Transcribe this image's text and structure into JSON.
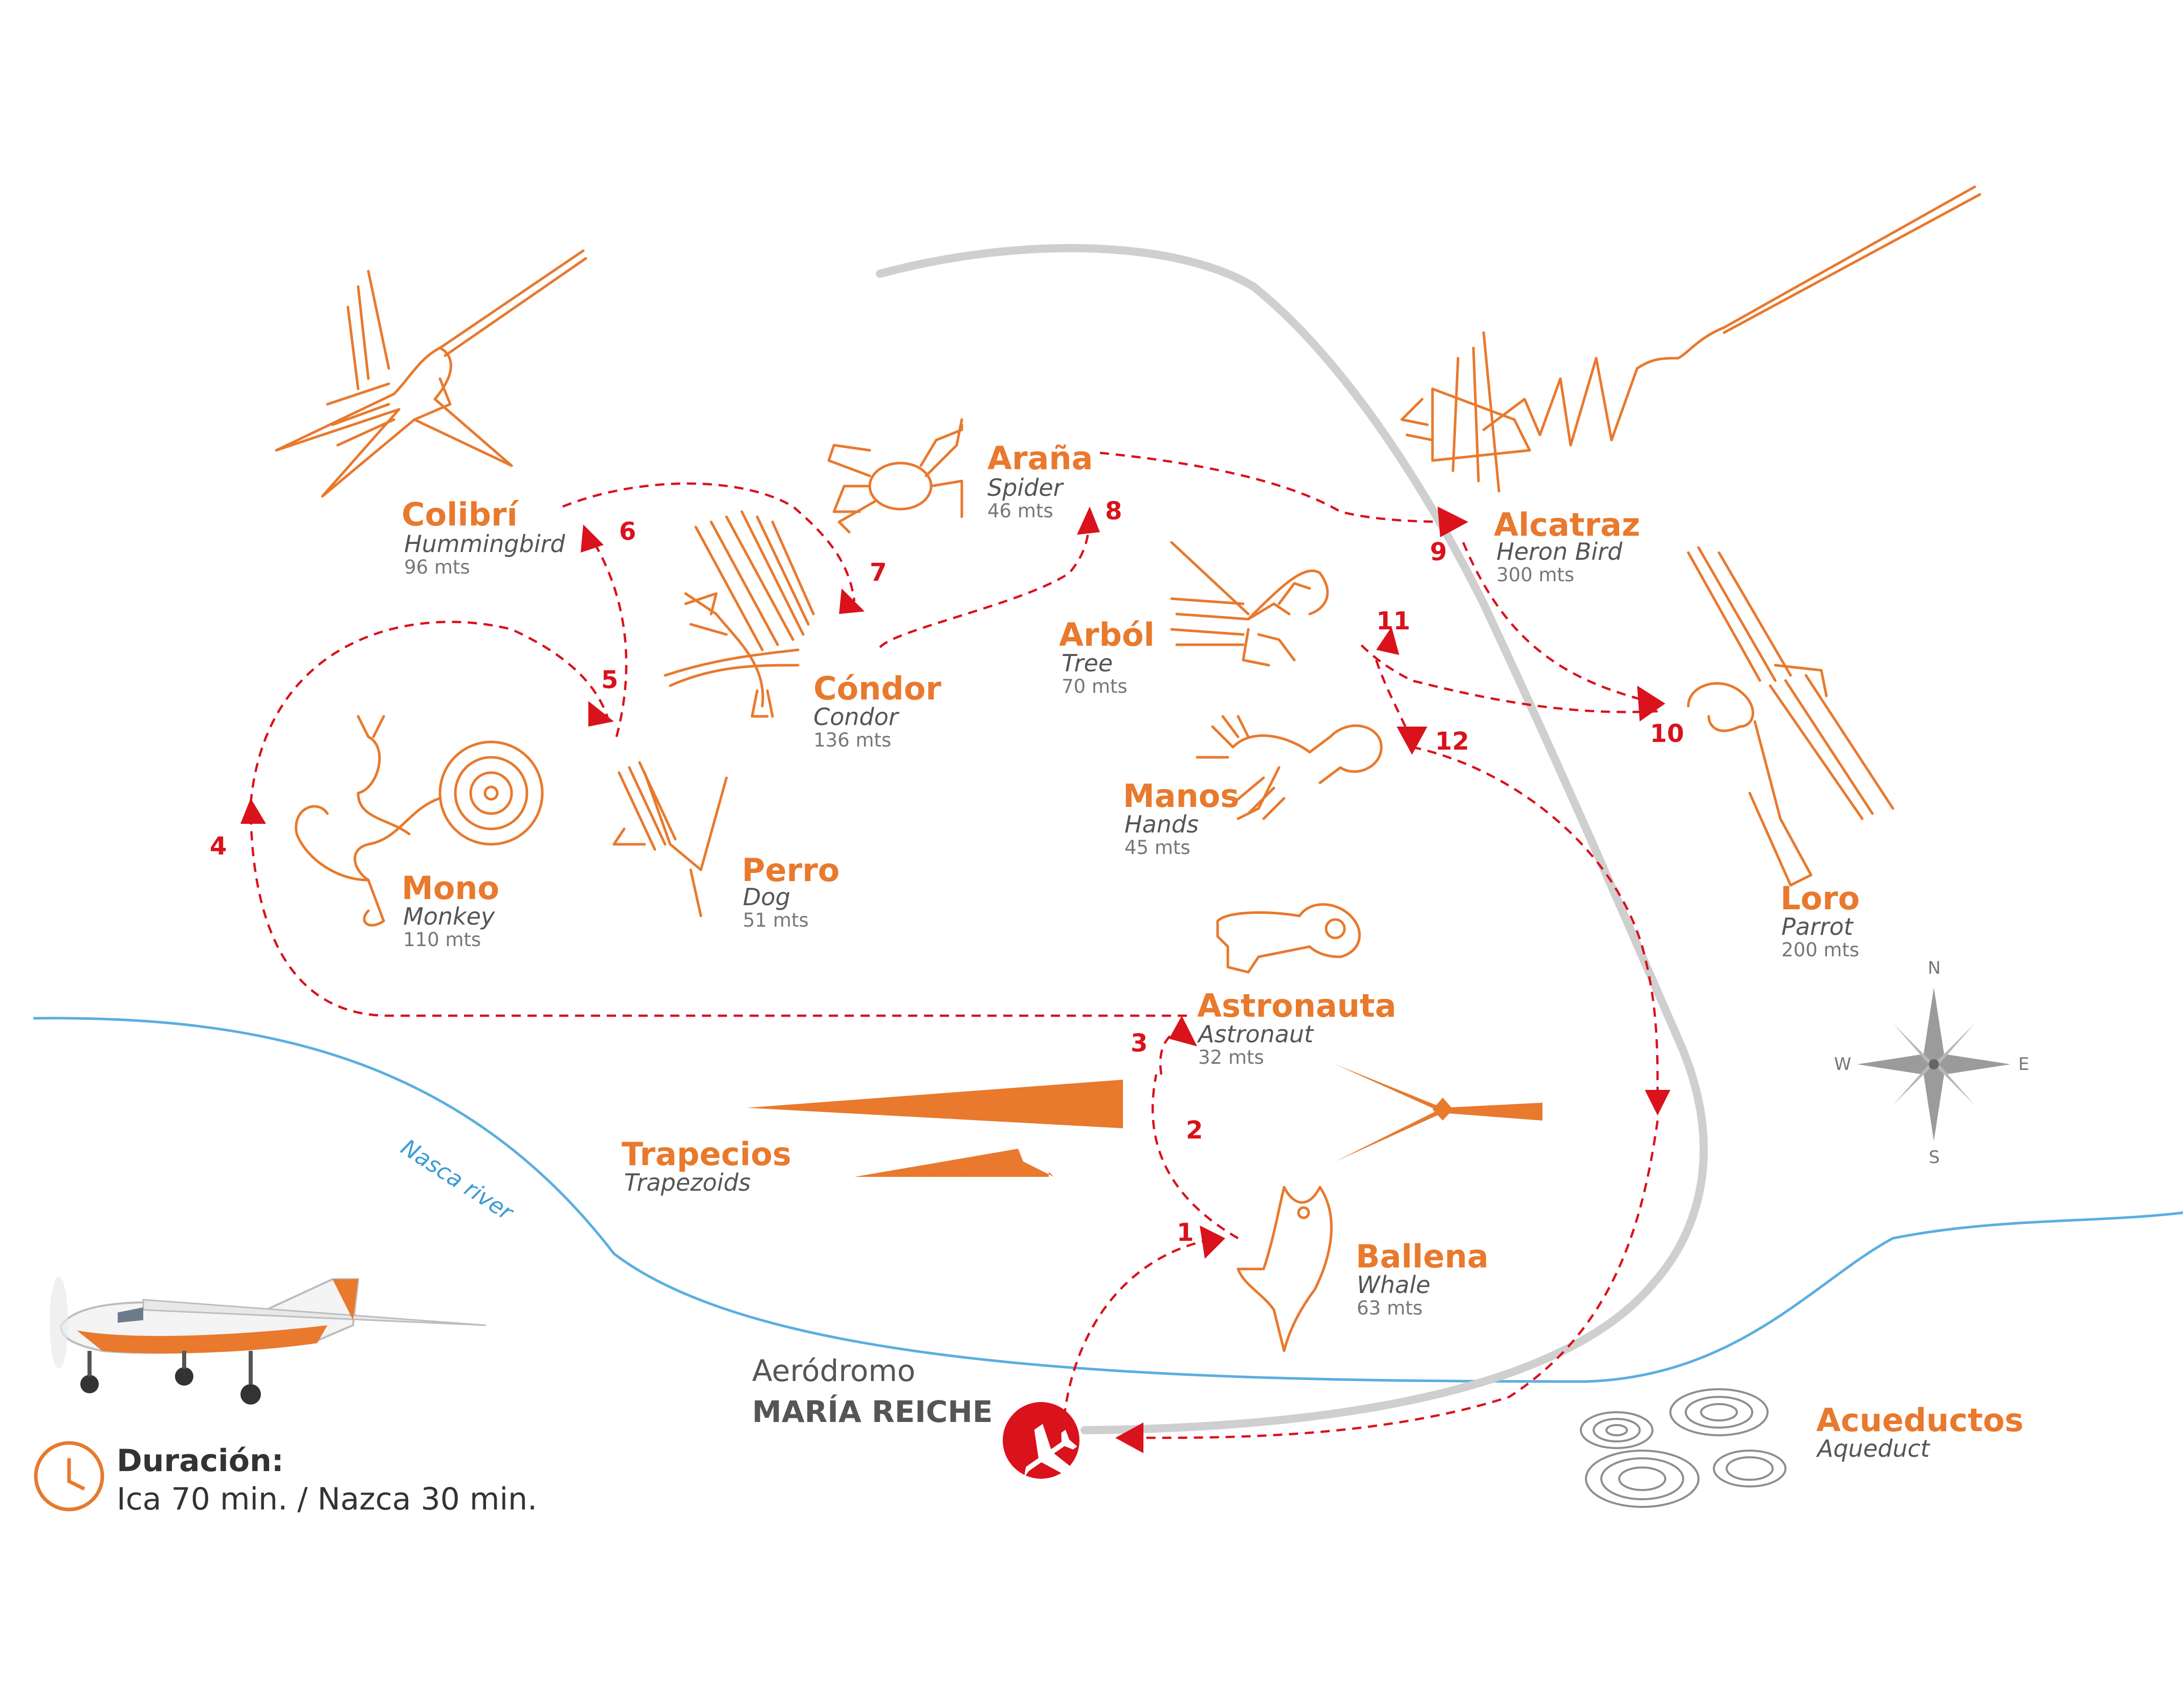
{
  "colors": {
    "figure": "#e8792d",
    "route": "#d9121b",
    "road": "#cfcfcf",
    "river": "#5aaedf",
    "text_dark": "#333333",
    "text_gray": "#555555"
  },
  "figures": [
    {
      "id": "colibri",
      "name": "Colibrí",
      "english": "Hummingbird",
      "size": "96 mts"
    },
    {
      "id": "arana",
      "name": "Araña",
      "english": "Spider",
      "size": "46 mts"
    },
    {
      "id": "alcatraz",
      "name": "Alcatraz",
      "english": "Heron Bird",
      "size": "300 mts"
    },
    {
      "id": "condor",
      "name": "Cóndor",
      "english": "Condor",
      "size": "136 mts"
    },
    {
      "id": "arbol",
      "name": "Arból",
      "english": "Tree",
      "size": "70 mts"
    },
    {
      "id": "mono",
      "name": "Mono",
      "english": "Monkey",
      "size": "110 mts"
    },
    {
      "id": "perro",
      "name": "Perro",
      "english": "Dog",
      "size": "51 mts"
    },
    {
      "id": "manos",
      "name": "Manos",
      "english": "Hands",
      "size": "45 mts"
    },
    {
      "id": "loro",
      "name": "Loro",
      "english": "Parrot",
      "size": "200 mts"
    },
    {
      "id": "astronauta",
      "name": "Astronauta",
      "english": "Astronaut",
      "size": "32 mts"
    },
    {
      "id": "trapecios",
      "name": "Trapecios",
      "english": "Trapezoids"
    },
    {
      "id": "ballena",
      "name": "Ballena",
      "english": "Whale",
      "size": "63 mts"
    },
    {
      "id": "acueductos",
      "name": "Acueductos",
      "english": "Aqueduct"
    }
  ],
  "route_stops": [
    "1",
    "2",
    "3",
    "4",
    "5",
    "6",
    "7",
    "8",
    "9",
    "10",
    "11",
    "12"
  ],
  "river": {
    "name": "Nasca river"
  },
  "airport": {
    "line1": "Aeródromo",
    "line2": "MARÍA REICHE",
    "icon": "airplane-icon"
  },
  "duration": {
    "label": "Duración:",
    "value": "Ica 70 min. / Nazca 30 min.",
    "icon": "clock-icon"
  },
  "compass": {
    "n": "N",
    "s": "S",
    "e": "E",
    "w": "W"
  }
}
